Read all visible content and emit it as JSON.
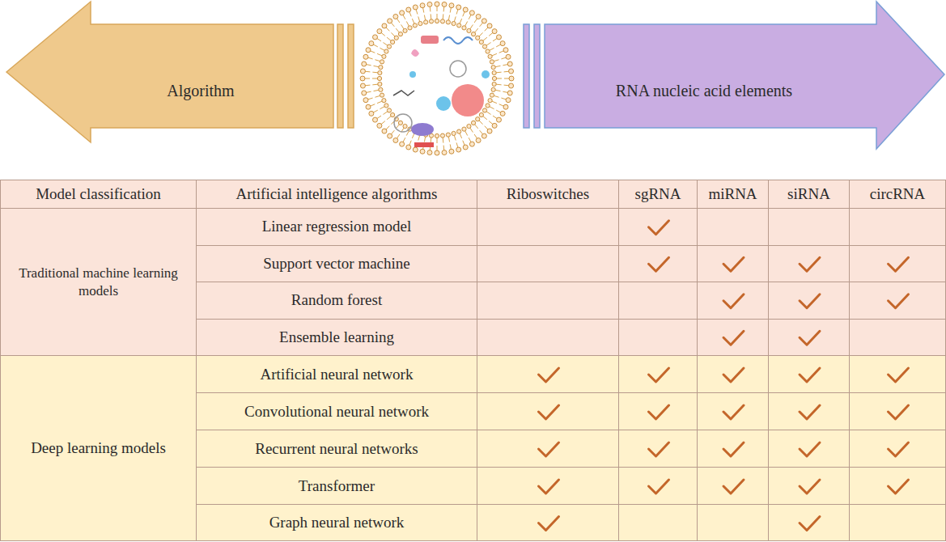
{
  "diagram": {
    "nodes": [
      {
        "text": [
          "Algorithm"
        ]
      },
      {
        "text": [
          "RNA nucleic acid elements"
        ]
      }
    ],
    "labels": [
      "Model classification",
      "Artificial intelligence algorithms",
      "Riboswitches",
      "sgRNA",
      "miRNA",
      "siRNA",
      "circRNA",
      "Traditional machine learning models",
      "Linear regression model",
      "Support vector machine",
      "Random forest",
      "Ensemble learning",
      "Deep learning models",
      "Artificial neural network",
      "Convolutional neural network",
      "Recurrent neural networks",
      "Transformer",
      "Graph neural network"
    ]
  }
}
